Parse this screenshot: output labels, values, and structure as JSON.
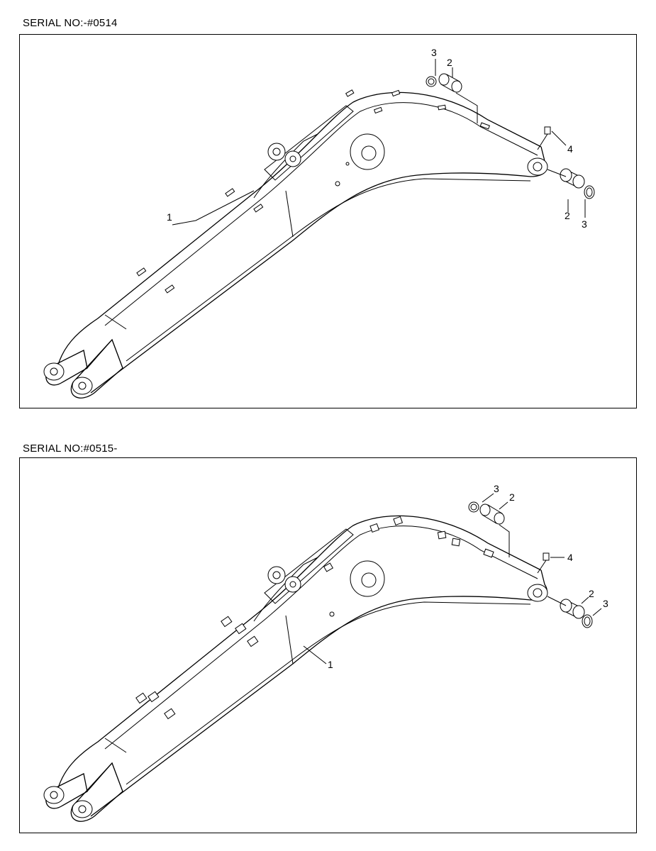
{
  "panels": [
    {
      "serial": "SERIAL NO:-#0514",
      "callouts": {
        "boom": "1",
        "bushing_top": "2",
        "ring_top": "3",
        "grease_fitting": "4",
        "bushing_end": "2",
        "ring_end": "3"
      }
    },
    {
      "serial": "SERIAL NO:#0515-",
      "callouts": {
        "boom": "1",
        "bushing_top": "2",
        "ring_top": "3",
        "grease_fitting": "4",
        "bushing_end": "2",
        "ring_end": "3"
      }
    }
  ]
}
